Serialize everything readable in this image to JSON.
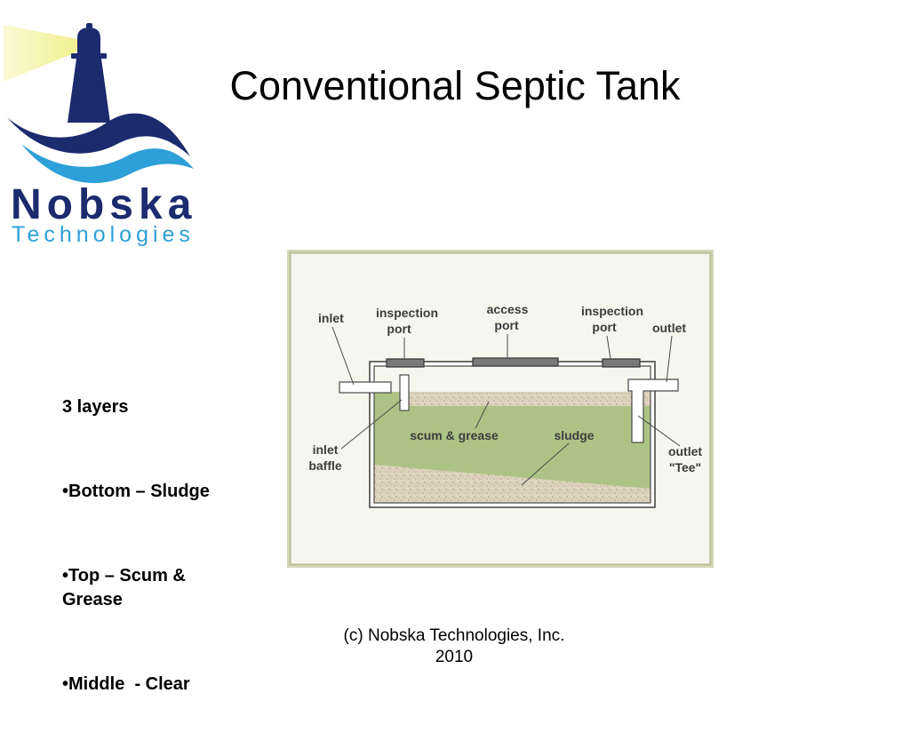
{
  "slide": {
    "title": "Conventional Septic Tank",
    "logo": {
      "name": "Nobska",
      "tagline": "Technologies",
      "icon": "lighthouse-icon"
    },
    "bullets": {
      "heading": "3 layers",
      "items": [
        "•Bottom – Sludge",
        "•Top – Scum & Grease",
        "•Middle  - Clear"
      ]
    },
    "footer": {
      "line1": "(c) Nobska Technologies, Inc.",
      "line2": "2010"
    }
  },
  "diagram": {
    "labels": {
      "inlet": "inlet",
      "inspection_port_left": [
        "inspection",
        "port"
      ],
      "access_port": [
        "access",
        "port"
      ],
      "inspection_port_right": [
        "inspection",
        "port"
      ],
      "outlet": "outlet",
      "inlet_baffle": [
        "inlet",
        "baffle"
      ],
      "scum_grease": "scum & grease",
      "sludge": "sludge",
      "outlet_tee": [
        "outlet",
        "\"Tee\""
      ]
    }
  },
  "colors": {
    "logo_navy": "#1c2a6e",
    "logo_blue": "#2d9fd9",
    "logo_beam": "#f4f39e",
    "frame": "#c9cca6",
    "panel": "#f5f6ee",
    "liquid_green": "#adc385",
    "sediment": "#dcd2bd",
    "outline": "#4a4a4a",
    "port": "#7a7a7a"
  }
}
